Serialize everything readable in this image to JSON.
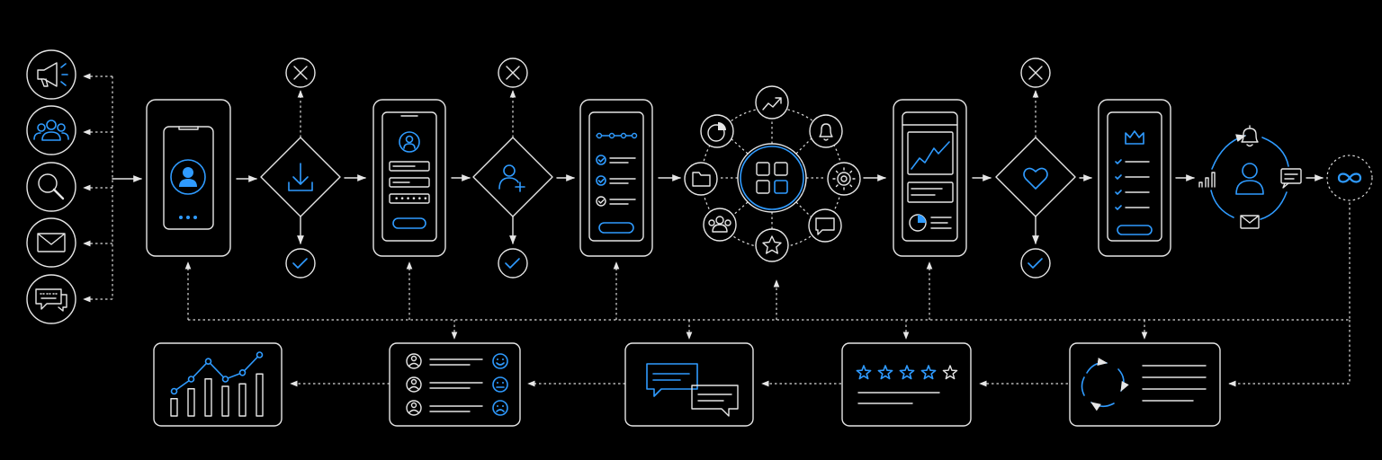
{
  "colors": {
    "background": "#000000",
    "line": "#e6e6e6",
    "accent": "#2f9bff"
  },
  "icons": {
    "channels": [
      "megaphone-icon",
      "users-icon",
      "search-icon",
      "mail-icon",
      "chat-icon"
    ],
    "gates": [
      "download-icon",
      "add-user-icon",
      "heart-icon"
    ],
    "hub_satellites": [
      "trend-icon",
      "bell-icon",
      "gear-icon",
      "chat-icon",
      "star-icon",
      "users-icon",
      "folder-icon",
      "pie-chart-icon"
    ],
    "reengagement": [
      "bell-icon",
      "message-icon",
      "mail-icon",
      "bar-chart-icon",
      "user-icon"
    ],
    "end": "infinity-icon"
  },
  "screens": {
    "signup_password_mask": "••••••"
  },
  "feedback_panels": [
    {
      "name": "analytics-chart-panel",
      "bars": [
        0.35,
        0.55,
        0.75,
        0.6,
        0.65,
        0.85
      ],
      "trend": [
        0.35,
        0.5,
        0.72,
        0.5,
        0.58,
        0.8
      ]
    },
    {
      "name": "sentiment-panel",
      "moods": [
        "happy",
        "neutral",
        "sad"
      ]
    },
    {
      "name": "conversation-panel"
    },
    {
      "name": "rating-panel",
      "rating": 4,
      "max": 5
    },
    {
      "name": "retention-loop-panel"
    }
  ]
}
